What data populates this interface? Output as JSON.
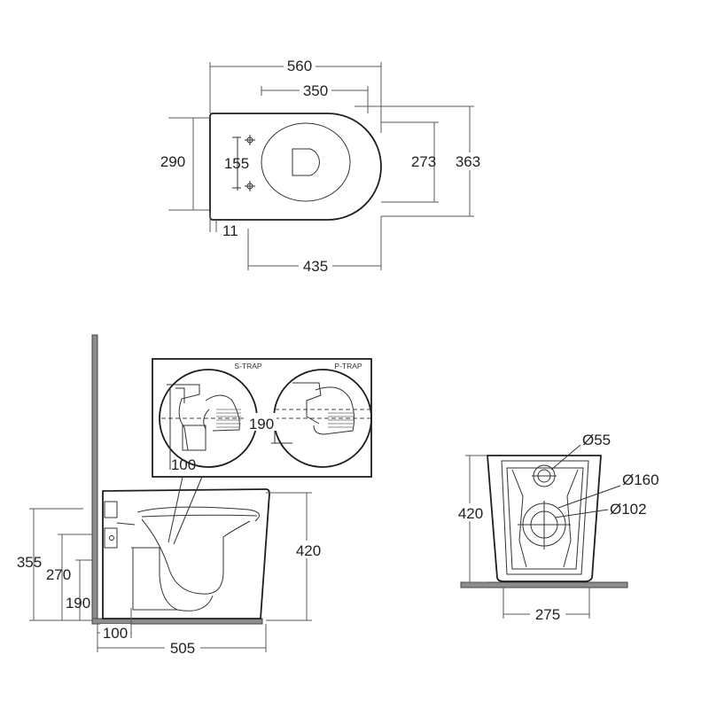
{
  "top_view": {
    "dims": {
      "overall_length": "560",
      "seat_length": "350",
      "width_left": "290",
      "fixing_spacing": "155",
      "width_inner": "273",
      "width_overall": "363",
      "offset": "11",
      "depth": "435"
    }
  },
  "side_view": {
    "dims": {
      "height": "420",
      "inlet_height": "355",
      "outlet_height": "270",
      "trap_height": "190",
      "trap_offset": "100",
      "length": "505"
    },
    "detail": {
      "s_trap_label": "S-TRAP",
      "p_trap_label": "P-TRAP",
      "p_trap_height": "190",
      "s_trap_offset": "100"
    }
  },
  "rear_view": {
    "dims": {
      "height": "420",
      "inlet_diameter": "Ø55",
      "outlet_outer_diameter": "Ø160",
      "outlet_inner_diameter": "Ø102",
      "width": "275"
    }
  },
  "colors": {
    "line": "#1e1e1e",
    "dimension": "#5a5a5a",
    "wall_floor": "#8c8c8c"
  }
}
